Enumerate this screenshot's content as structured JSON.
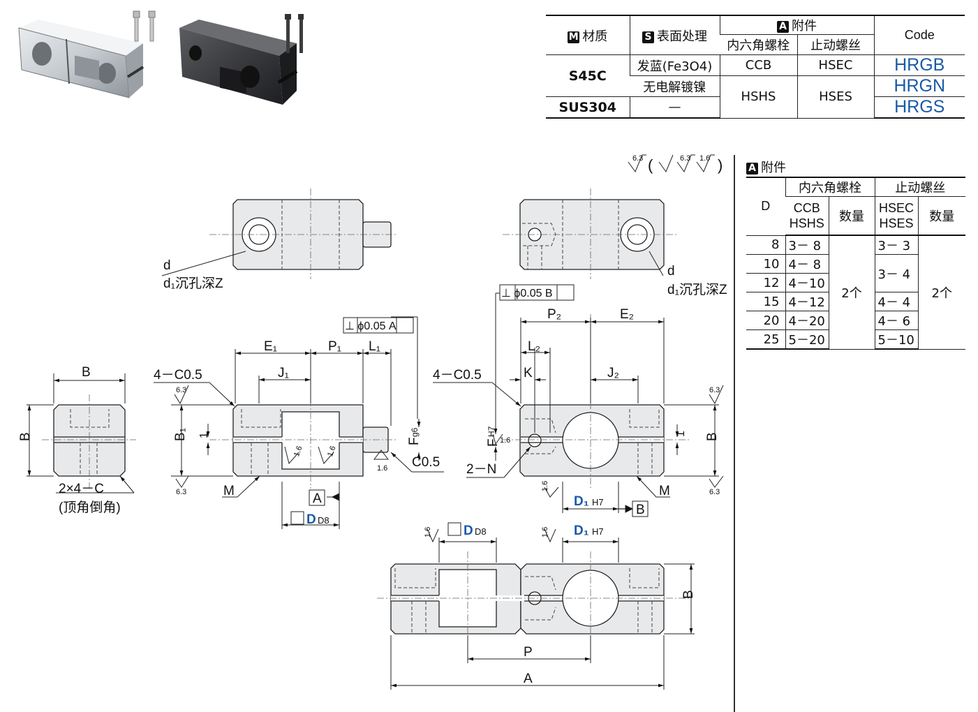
{
  "spec_table": {
    "headers": {
      "material": "材质",
      "material_badge": "M",
      "surface": "表面处理",
      "surface_badge": "S",
      "accessory": "附件",
      "accessory_badge": "A",
      "hex_bolt": "内六角螺栓",
      "set_screw": "止动螺丝",
      "code": "Code"
    },
    "rows": [
      {
        "material": "S45C",
        "surface": "发蓝(Fe3O4)",
        "hex": "CCB",
        "set": "HSEC",
        "code": "HRGB"
      },
      {
        "material": "",
        "surface": "无电解镀镍",
        "hex": "HSHS",
        "set": "HSES",
        "code": "HRGN"
      },
      {
        "material": "SUS304",
        "surface": "—",
        "hex": "",
        "set": "",
        "code": "HRGS"
      }
    ]
  },
  "accessory_table": {
    "title": "附件",
    "title_badge": "A",
    "headers": {
      "d": "D",
      "hex_bolt": "内六角螺栓",
      "set_screw": "止动螺丝",
      "ccb": "CCB",
      "hshs": "HSHS",
      "hsec": "HSEC",
      "hses": "HSES",
      "qty": "数量"
    },
    "rows": [
      {
        "d": "8",
        "bolt": "3－ 8",
        "screw": "3－ 3"
      },
      {
        "d": "10",
        "bolt": "4－ 8",
        "screw": "3－ 4"
      },
      {
        "d": "12",
        "bolt": "4－10",
        "screw": ""
      },
      {
        "d": "15",
        "bolt": "4－12",
        "screw": "4－ 4"
      },
      {
        "d": "20",
        "bolt": "4－20",
        "screw": "4－ 6"
      },
      {
        "d": "25",
        "bolt": "5－20",
        "screw": "5－10"
      }
    ],
    "bolt_qty": "2个",
    "screw_qty": "2个"
  },
  "drawing": {
    "roughness_main": "6.3",
    "roughness_sub1": "6.3",
    "roughness_sub2": "1.6",
    "labels": {
      "d": "d",
      "d1_counterbore": "d₁沉孔深Z",
      "B": "B",
      "B1": "B₁",
      "E1": "E₁",
      "P1": "P₁",
      "L1": "L₁",
      "J1": "J₁",
      "P2": "P₂",
      "E2": "E₂",
      "L2": "L₂",
      "K": "K",
      "J2": "J₂",
      "chamfer": "4－C0.5",
      "C05": "C0.5",
      "perp_A": "⊥ ϕ0.05 A",
      "perp_B": "⊥ ϕ0.05 B",
      "datum_A": "A",
      "datum_B": "B",
      "M": "M",
      "N": "2－N",
      "F": "F",
      "Fg6": "g6",
      "FH7": "H7",
      "one": "1",
      "D_square": "D",
      "D8": "D8",
      "D1": "D₁",
      "H7": "H7",
      "corner": "2×4－C",
      "corner_note": "(顶角倒角)",
      "P": "P",
      "A": "A",
      "r16": "1.6",
      "r63": "6.3"
    }
  }
}
